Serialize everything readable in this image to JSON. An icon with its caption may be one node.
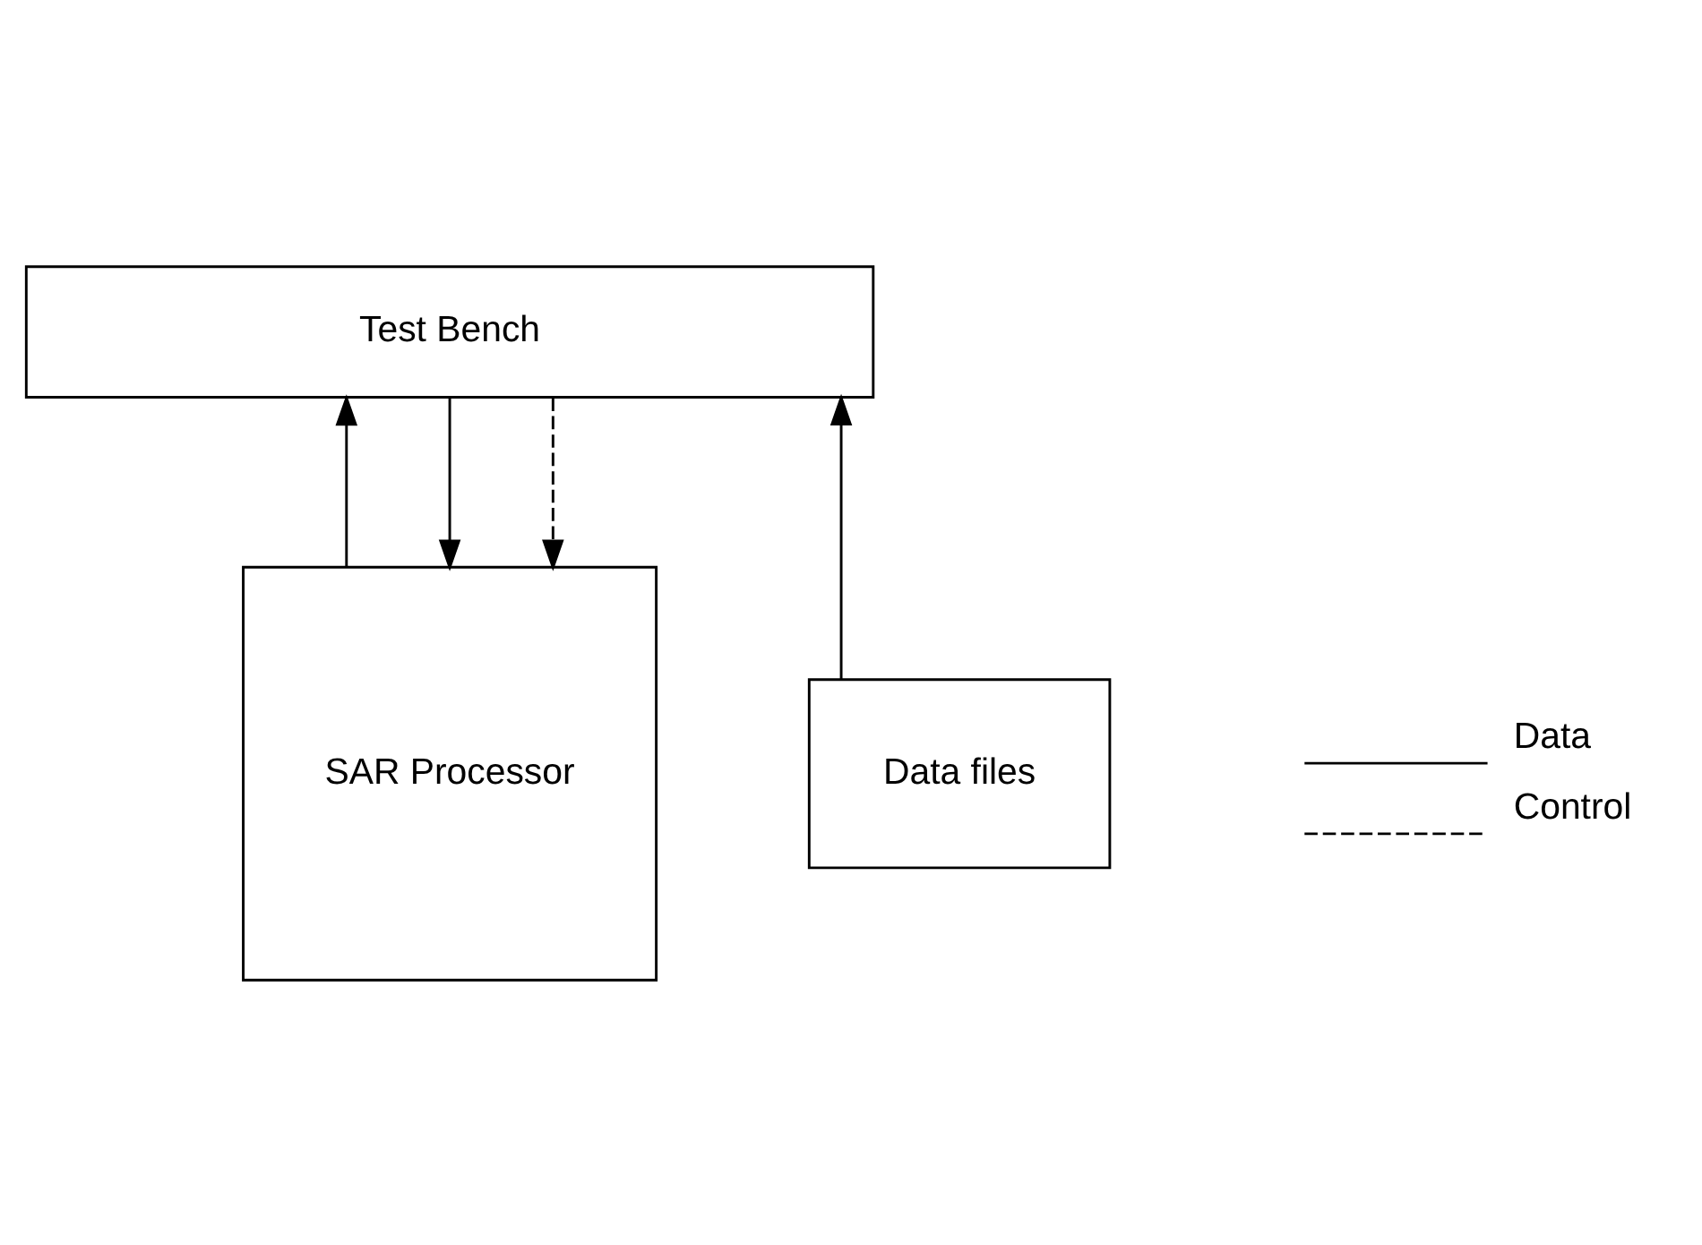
{
  "diagram": {
    "nodes": [
      {
        "text": [
          "SAR Processor"
        ]
      },
      {
        "text": [
          "Test Bench"
        ]
      },
      {
        "text": [
          "Data files"
        ]
      }
    ],
    "edges": [
      {
        "from": 1,
        "to": 0,
        "arrow": "to"
      },
      {
        "from": 1,
        "to": 0,
        "arrow": "to",
        "style": "dashed"
      },
      {
        "from": 0,
        "to": 1,
        "arrow": "to"
      },
      {
        "from": 2,
        "to": 1,
        "arrow": "to"
      }
    ],
    "legend": [
      {
        "text": "Data"
      },
      {
        "text": "Control"
      }
    ]
  }
}
